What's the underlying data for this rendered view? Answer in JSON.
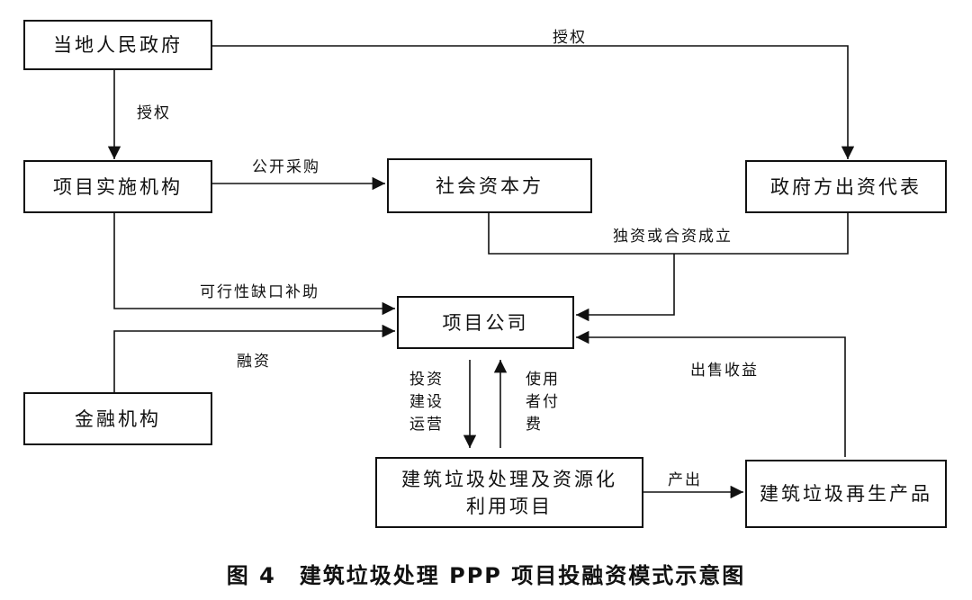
{
  "boxes": {
    "local_gov": "当地人民政府",
    "impl_agency": "项目实施机构",
    "social_capital": "社会资本方",
    "gov_rep": "政府方出资代表",
    "project_company": "项目公司",
    "financial": "金融机构",
    "project_line1": "建筑垃圾处理及资源化",
    "project_line2": "利用项目",
    "recycled_products": "建筑垃圾再生产品"
  },
  "labels": {
    "auth_top": "授权",
    "auth_left": "授权",
    "public_procurement": "公开采购",
    "joint_venture": "独资或合资成立",
    "viability_gap": "可行性缺口补助",
    "financing": "融资",
    "invest_build_operate": [
      "投资",
      "建设",
      "运营"
    ],
    "user_payment": [
      "使用",
      "者付",
      "费"
    ],
    "sales_revenue": "出售收益",
    "output": "产出"
  },
  "caption": "图 4　建筑垃圾处理 PPP 项目投融资模式示意图"
}
